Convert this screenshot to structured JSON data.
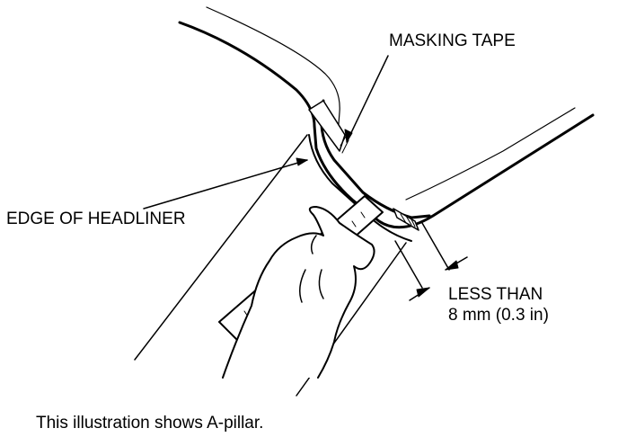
{
  "diagram": {
    "labels": {
      "masking_tape": "MASKING TAPE",
      "edge_of_headliner": "EDGE OF HEADLINER",
      "less_than_line1": "LESS THAN",
      "less_than_line2": "8 mm (0.3 in)"
    },
    "caption": "This illustration shows A-pillar.",
    "colors": {
      "ink": "#000000",
      "background": "#ffffff"
    }
  }
}
